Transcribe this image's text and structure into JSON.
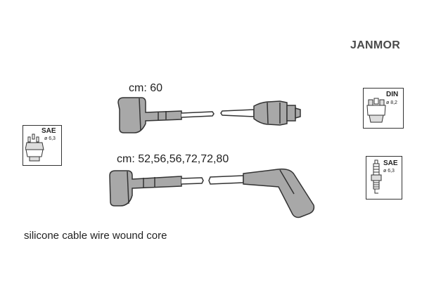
{
  "brand": "JANMOR",
  "cable1": {
    "label": "cm: 60"
  },
  "cable2": {
    "label": "cm: 52,56,56,72,72,80"
  },
  "caption": "silicone cable wire wound core",
  "badges": {
    "distributor_left": {
      "standard": "SAE",
      "diameter": "ø 6,3"
    },
    "distributor_right": {
      "standard": "DIN",
      "diameter": "ø 8,2"
    },
    "spark_plug": {
      "standard": "SAE",
      "diameter": "ø 6,3"
    }
  },
  "colors": {
    "cable_fill": "#a8a8a8",
    "outline": "#333333"
  }
}
